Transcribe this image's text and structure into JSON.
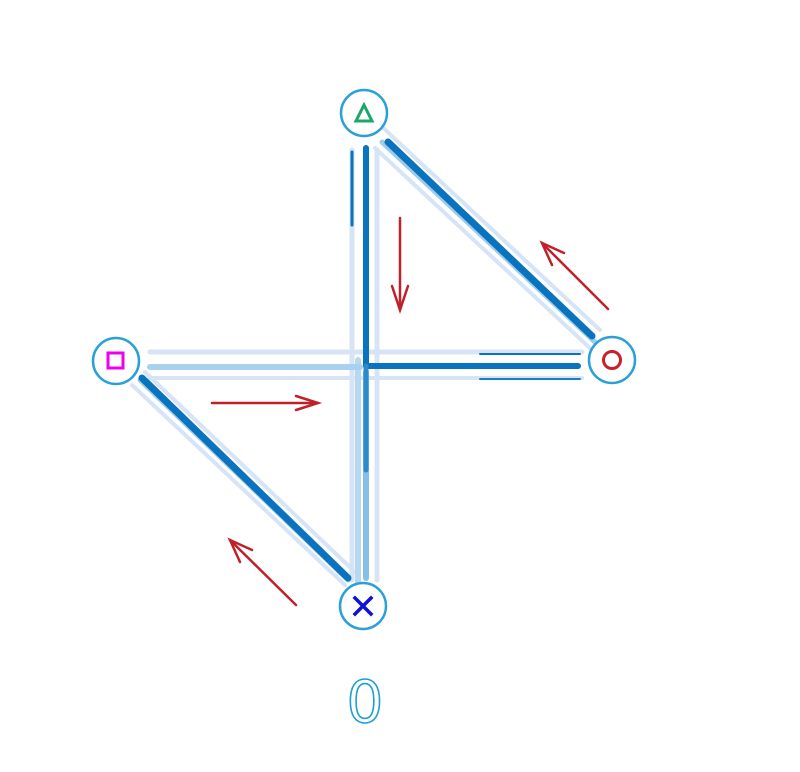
{
  "diagram": {
    "nodes": [
      {
        "id": "top",
        "marker": "triangle-icon",
        "color": "#1aa86a"
      },
      {
        "id": "right",
        "marker": "circle-icon",
        "color": "#c8202a"
      },
      {
        "id": "left",
        "marker": "square-icon",
        "color": "#ee00ee"
      },
      {
        "id": "bottom",
        "marker": "cross-icon",
        "color": "#1010d8"
      }
    ],
    "bottom_label": "0",
    "colors": {
      "node_outline": "#2aa0d8",
      "edge_dark": "#0a73bd",
      "edge_mid": "#5fb0e0",
      "edge_light": "#c8dcf2",
      "arrow": "#c0202a"
    }
  }
}
